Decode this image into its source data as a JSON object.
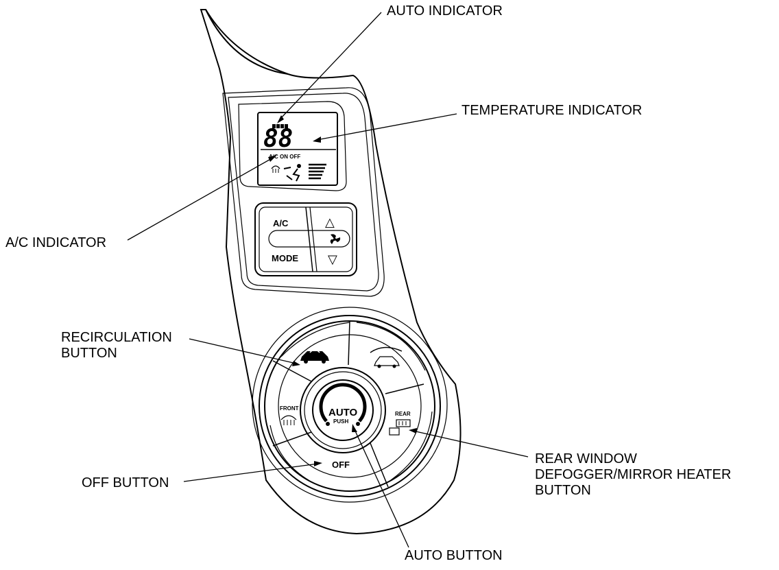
{
  "callouts": {
    "auto_indicator": "AUTO INDICATOR",
    "temperature_indicator": "TEMPERATURE INDICATOR",
    "ac_indicator": "A/C INDICATOR",
    "recirculation_button": [
      "RECIRCULATION",
      "BUTTON"
    ],
    "rear_window_button": [
      "REAR WINDOW",
      "DEFOGGER/MIRROR HEATER",
      "BUTTON"
    ],
    "off_button": "OFF BUTTON",
    "auto_button": "AUTO BUTTON"
  },
  "display": {
    "temperature_digits": "88",
    "ac_status": "A/C ON OFF"
  },
  "buttons": {
    "ac": "A/C",
    "mode": "MODE",
    "up_arrow": "△",
    "down_arrow": "▽"
  },
  "dial": {
    "center_top": "AUTO",
    "center_bottom": "PUSH",
    "front": "FRONT",
    "rear": "REAR",
    "off": "OFF"
  },
  "icons": [
    "auto-indicator-bars-icon",
    "defrost-icon",
    "airflow-person-icon",
    "fan-level-bars-icon",
    "fan-icon",
    "recirculation-car-icon",
    "fresh-air-car-icon",
    "front-defrost-icon",
    "rear-defrost-icon"
  ]
}
